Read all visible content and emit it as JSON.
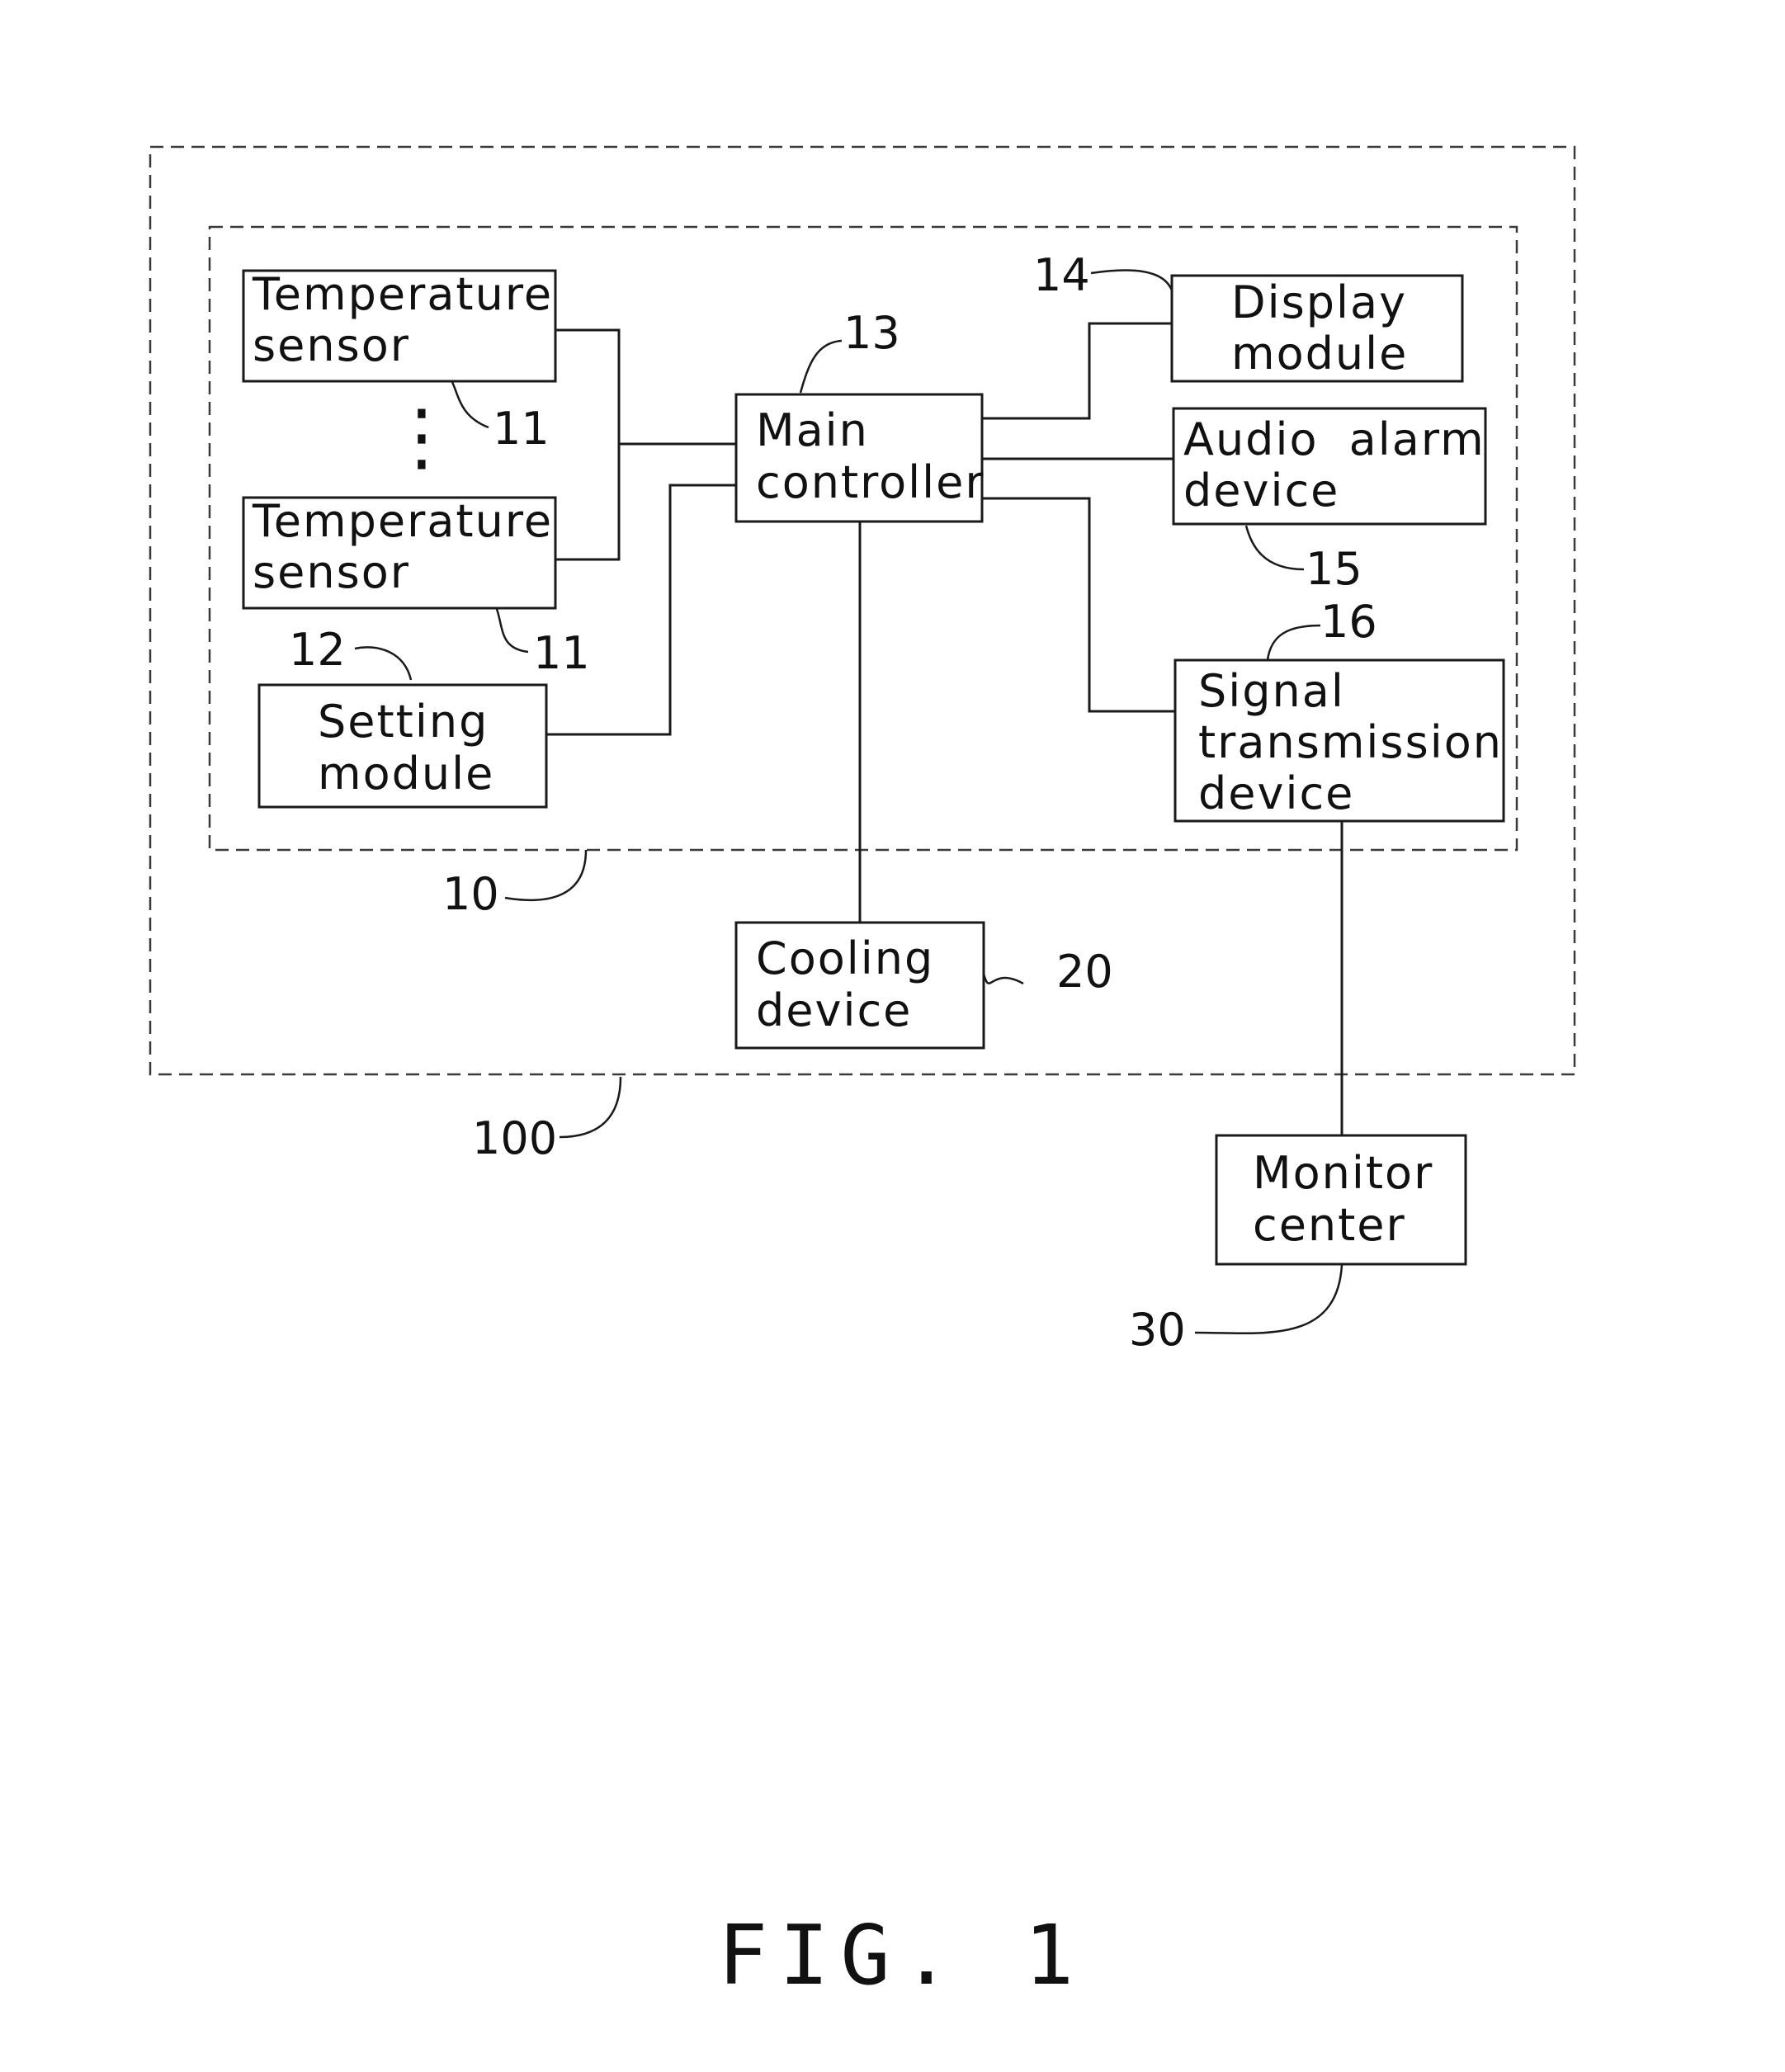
{
  "blocks": {
    "temp_sensor_1": [
      "Temperature",
      "sensor"
    ],
    "temp_sensor_2": [
      "Temperature",
      "sensor"
    ],
    "setting_module": [
      "Setting",
      "module"
    ],
    "main_controller": [
      "Main",
      "controller"
    ],
    "display_module": [
      "Display",
      "module"
    ],
    "audio_alarm": [
      "Audio alarm",
      "device"
    ],
    "signal_transmission": [
      "Signal",
      "transmission",
      "device"
    ],
    "cooling_device": [
      "Cooling",
      "device"
    ],
    "monitor_center": [
      "Monitor",
      "center"
    ]
  },
  "refs": {
    "temp_sensor_1": "11",
    "temp_sensor_2": "11",
    "setting_module": "12",
    "main_controller": "13",
    "display_module": "14",
    "audio_alarm": "15",
    "signal_transmission": "16",
    "inner_system": "10",
    "cooling_device": "20",
    "outer_system": "100",
    "monitor_center": "30"
  },
  "ellipsis": "⋮",
  "figure_label": "FIG. 1"
}
